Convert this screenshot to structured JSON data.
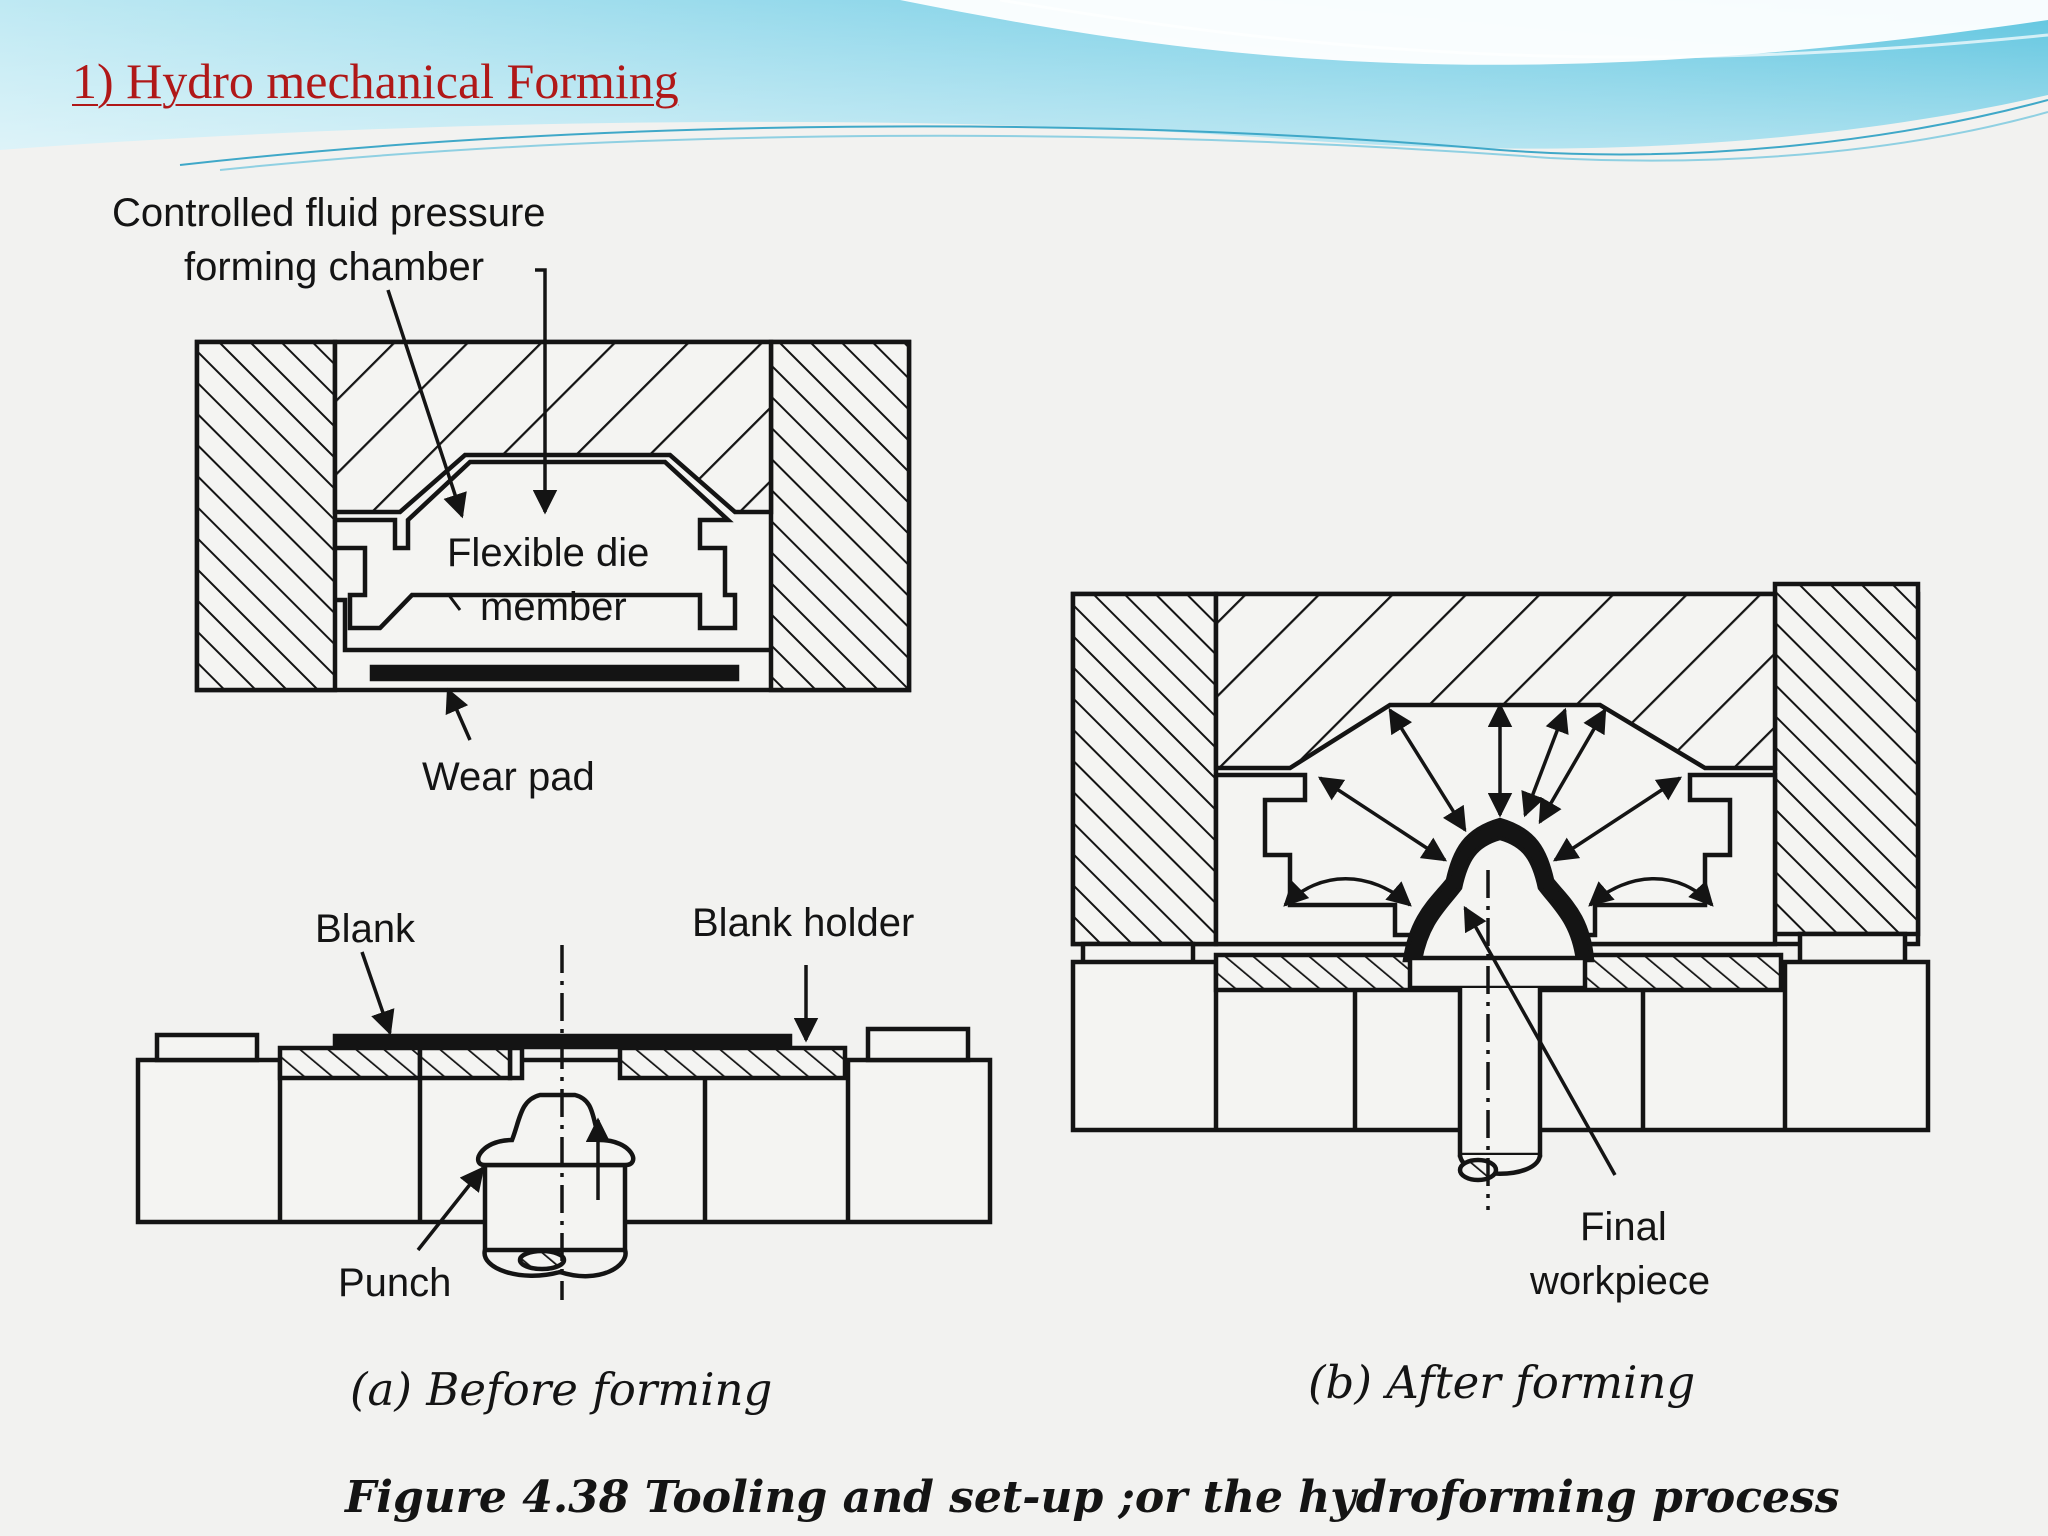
{
  "slide": {
    "title": "1)  Hydro mechanical Forming",
    "colors": {
      "title": "#b01818",
      "banner_light": "#d9f3f8",
      "banner_dark": "#3fb8d6",
      "scan_bg": "#f2f2f0",
      "ink": "#141414"
    }
  },
  "figure": {
    "labels": {
      "chamber_line1": "Controlled fluid pressure",
      "chamber_line2": "forming chamber",
      "flexible_line1": "Flexible die",
      "flexible_line2": "member",
      "wear_pad": "Wear pad",
      "blank": "Blank",
      "blank_holder": "Blank holder",
      "punch": "Punch",
      "final_line1": "Final",
      "final_line2": "workpiece"
    },
    "sub_captions": {
      "a": "(a) Before forming",
      "b": "(b) After forming"
    },
    "caption": "Figure 4.38 Tooling and set-up ;or the hydroforming process"
  }
}
